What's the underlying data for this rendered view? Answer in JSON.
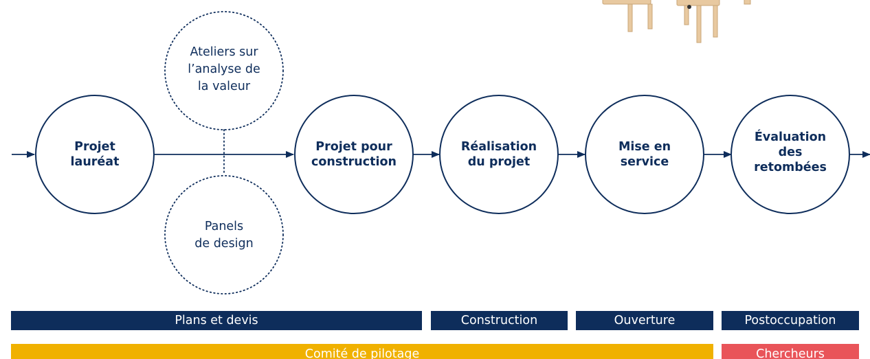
{
  "colors": {
    "navy": "#0e2d5b",
    "gold": "#f0b100",
    "red": "#e95459",
    "chair_wood": "#e8c9a0"
  },
  "process_nodes": [
    {
      "label": "Projet\nlauréat"
    },
    {
      "label": "Projet pour\nconstruction"
    },
    {
      "label": "Réalisation\ndu projet"
    },
    {
      "label": "Mise en\nservice"
    },
    {
      "label": "Évaluation\ndes\nretombées"
    }
  ],
  "side_activities": [
    {
      "label": "Ateliers sur\nl’analyse de\nla valeur"
    },
    {
      "label": "Panels\nde design"
    }
  ],
  "phase_bars": [
    {
      "label": "Plans et devis",
      "color": "navy"
    },
    {
      "label": "Construction",
      "color": "navy"
    },
    {
      "label": "Ouverture",
      "color": "navy"
    },
    {
      "label": "Postoccupation",
      "color": "navy"
    }
  ],
  "actor_bars": [
    {
      "label": "Comité de pilotage",
      "color": "gold"
    },
    {
      "label": "Chercheurs",
      "color": "red"
    }
  ],
  "decoration": {
    "icon": "chairs-illustration"
  }
}
